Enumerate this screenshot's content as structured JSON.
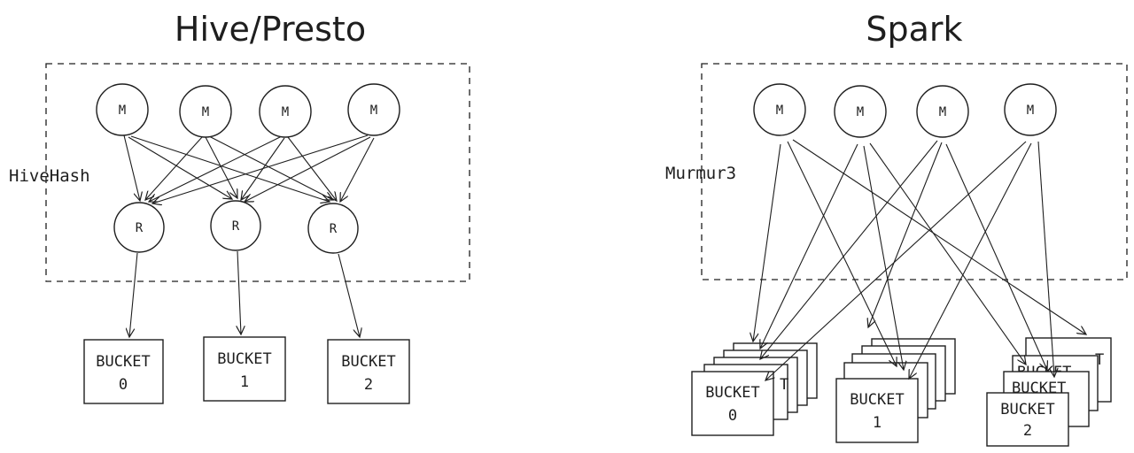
{
  "left": {
    "title": "Hive/Presto",
    "hash_label": "HiveHash",
    "mapper_label": "M",
    "reducer_label": "R",
    "buckets": [
      {
        "line1": "BUCKET",
        "line2": "0"
      },
      {
        "line1": "BUCKET",
        "line2": "1"
      },
      {
        "line1": "BUCKET",
        "line2": "2"
      }
    ]
  },
  "right": {
    "title": "Spark",
    "hash_label": "Murmur3",
    "mapper_label": "M",
    "buckets": [
      {
        "line1": "BUCKET",
        "line2": "0"
      },
      {
        "line1": "BUCKET",
        "line2": "1"
      },
      {
        "line1": "BUCKET",
        "line2": "2"
      }
    ],
    "partial_texts": [
      "BUCKET",
      "T"
    ]
  }
}
